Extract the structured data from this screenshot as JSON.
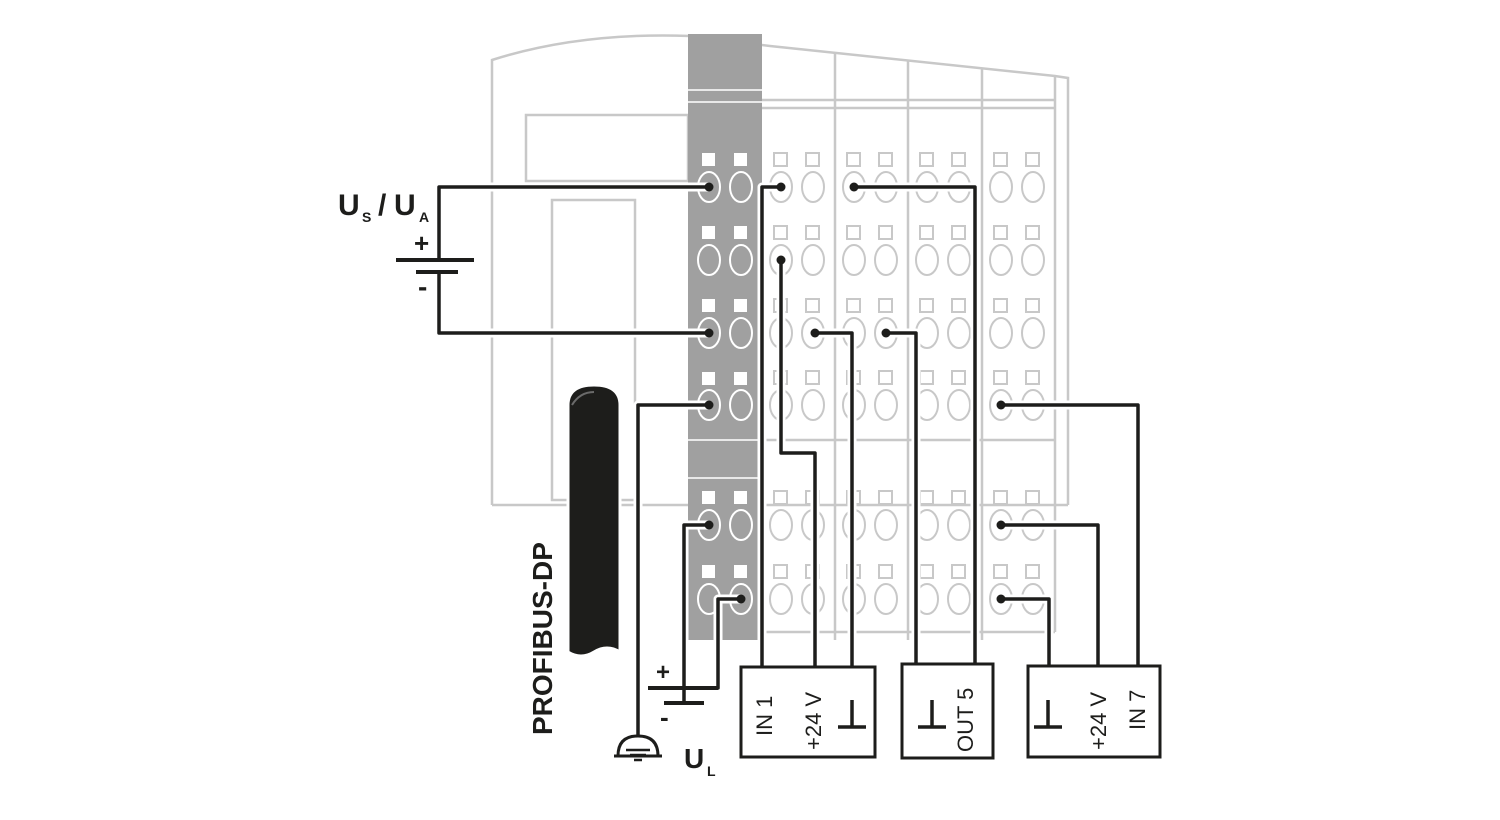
{
  "labels": {
    "supply_us": "U",
    "supply_us_sub": "S",
    "supply_slash": "/",
    "supply_ua": "U",
    "supply_ua_sub": "A",
    "supply_plus": "+",
    "supply_minus": "-",
    "ul_plus": "+",
    "ul_minus": "-",
    "ul": "U",
    "ul_sub": "L",
    "bus": "PROFIBUS-DP"
  },
  "devices": [
    {
      "id": "sensor-in1",
      "terminals": [
        "IN 1",
        "+24 V",
        "⊥"
      ]
    },
    {
      "id": "actuator-out5",
      "terminals": [
        "⊥",
        "OUT 5"
      ]
    },
    {
      "id": "sensor-in7",
      "terminals": [
        "⊥",
        "+24 V",
        "IN 7"
      ]
    }
  ],
  "colors": {
    "wire": "#1d1d1b",
    "housing_outline": "#c8c8c8",
    "bus_module": "#a0a0a0",
    "cable": "#1d1d1b"
  },
  "icons": [
    "ground-icon",
    "battery-icon"
  ]
}
